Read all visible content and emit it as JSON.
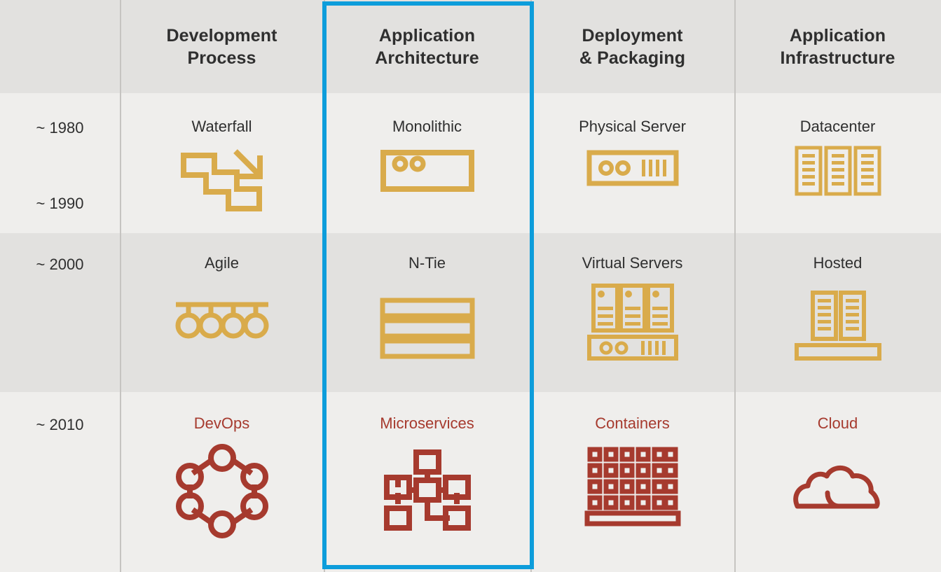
{
  "colors": {
    "gold": "#d9ab4b",
    "brick": "#a63a2e",
    "highlight": "#0d9ddb",
    "text": "#2f2f2f",
    "band_light": "#efeeec",
    "band_dark": "#e2e1df",
    "divider": "#c6c4c1"
  },
  "columns": [
    {
      "id": "timeline",
      "header": ""
    },
    {
      "id": "development-process",
      "header": "Development\nProcess",
      "line1": "Development",
      "line2": "Process"
    },
    {
      "id": "application-architecture",
      "header": "Application\nArchitecture",
      "line1": "Application",
      "line2": "Architecture",
      "highlighted": true
    },
    {
      "id": "deployment-packaging",
      "header": "Deployment\n& Packaging",
      "line1": "Deployment",
      "line2": "& Packaging"
    },
    {
      "id": "application-infrastructure",
      "header": "Application\nInfrastructure",
      "line1": "Application",
      "line2": "Infrastructure"
    }
  ],
  "rows": [
    {
      "id": "era-1980-1990",
      "years": [
        "~ 1980",
        "~ 1990"
      ],
      "accent": false,
      "cells": [
        {
          "label": "Waterfall",
          "icon": "waterfall-staircase-icon"
        },
        {
          "label": "Monolithic",
          "icon": "monolith-box-icon"
        },
        {
          "label": "Physical Server",
          "icon": "physical-server-icon"
        },
        {
          "label": "Datacenter",
          "icon": "datacenter-racks-icon"
        }
      ]
    },
    {
      "id": "era-2000",
      "years": [
        "~ 2000"
      ],
      "accent": false,
      "cells": [
        {
          "label": "Agile",
          "icon": "agile-nodes-icon"
        },
        {
          "label": "N-Tie",
          "icon": "ntier-layers-icon"
        },
        {
          "label": "Virtual Servers",
          "icon": "virtual-servers-icon"
        },
        {
          "label": "Hosted",
          "icon": "hosted-racks-icon"
        }
      ]
    },
    {
      "id": "era-2010",
      "years": [
        "~ 2010"
      ],
      "accent": true,
      "cells": [
        {
          "label": "DevOps",
          "icon": "devops-hexagon-icon"
        },
        {
          "label": "Microservices",
          "icon": "microservices-network-icon"
        },
        {
          "label": "Containers",
          "icon": "containers-grid-icon"
        },
        {
          "label": "Cloud",
          "icon": "cloud-icon"
        }
      ]
    }
  ]
}
